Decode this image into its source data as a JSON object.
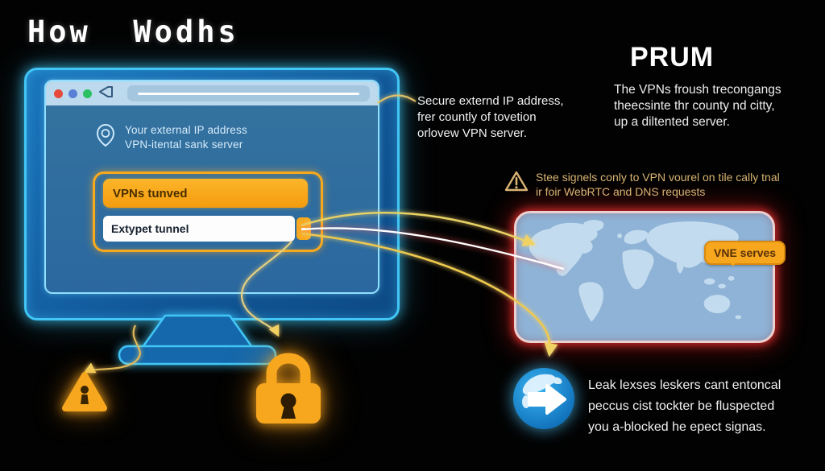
{
  "title": "How  Wodhs",
  "monitor": {
    "ip_note": {
      "line1": "Your external IP address",
      "line2": "VPN-itental sank server"
    },
    "vpn_button_label": "VPNs tunved",
    "tunnel_input_value": "Extypet tunnel"
  },
  "notes": {
    "secure": {
      "line1": "Secure externd IP address,",
      "line2": "frer countly of tovetion",
      "line3": "orlovew VPN server."
    },
    "prum": {
      "heading": "PRUM",
      "line1": "The VPNs froush trecongangs",
      "line2": "theecsinte thr county nd citty,",
      "line3": "up a diltented server."
    },
    "warning": {
      "line1": "Stee signels conly to VPN vourel on tile cally tnal",
      "line2": "ir foir WebRTC and DNS requests"
    },
    "leak": {
      "line1": "Leak lexses leskers cant entoncal",
      "line2": "peccus cist tockter be fluspected",
      "line3": "you a-blocked he epect signas."
    }
  },
  "map": {
    "server_label": "VNE serves"
  },
  "icons": {
    "location-pin-icon": "map marker outline",
    "back-icon": "left-pointing tag outline",
    "window-dots": "red / blue / green window controls",
    "warning-triangle-icon": "glowing amber triangle with exclamation",
    "warning-outline-icon": "gold outlined triangle with exclamation",
    "lock-icon": "glowing amber padlock with keyhole",
    "globe-arrow-icon": "blue globe with white right arrow",
    "dropdown-cap-icon": "orange end cap with white dash"
  },
  "colors": {
    "background": "#020202",
    "accent_orange": "#F7A91E",
    "glow_cyan": "#41C6F6",
    "glow_red": "#C22020",
    "monitor_blue": "#12599A",
    "screen_blue": "#2E6DA5",
    "titlebar_blue": "#BCD9ED",
    "map_blue": "#8FB3D6",
    "continent_blue": "#C7DEF0",
    "gold_text": "#D9B473",
    "white_text": "#F0F0F0"
  }
}
